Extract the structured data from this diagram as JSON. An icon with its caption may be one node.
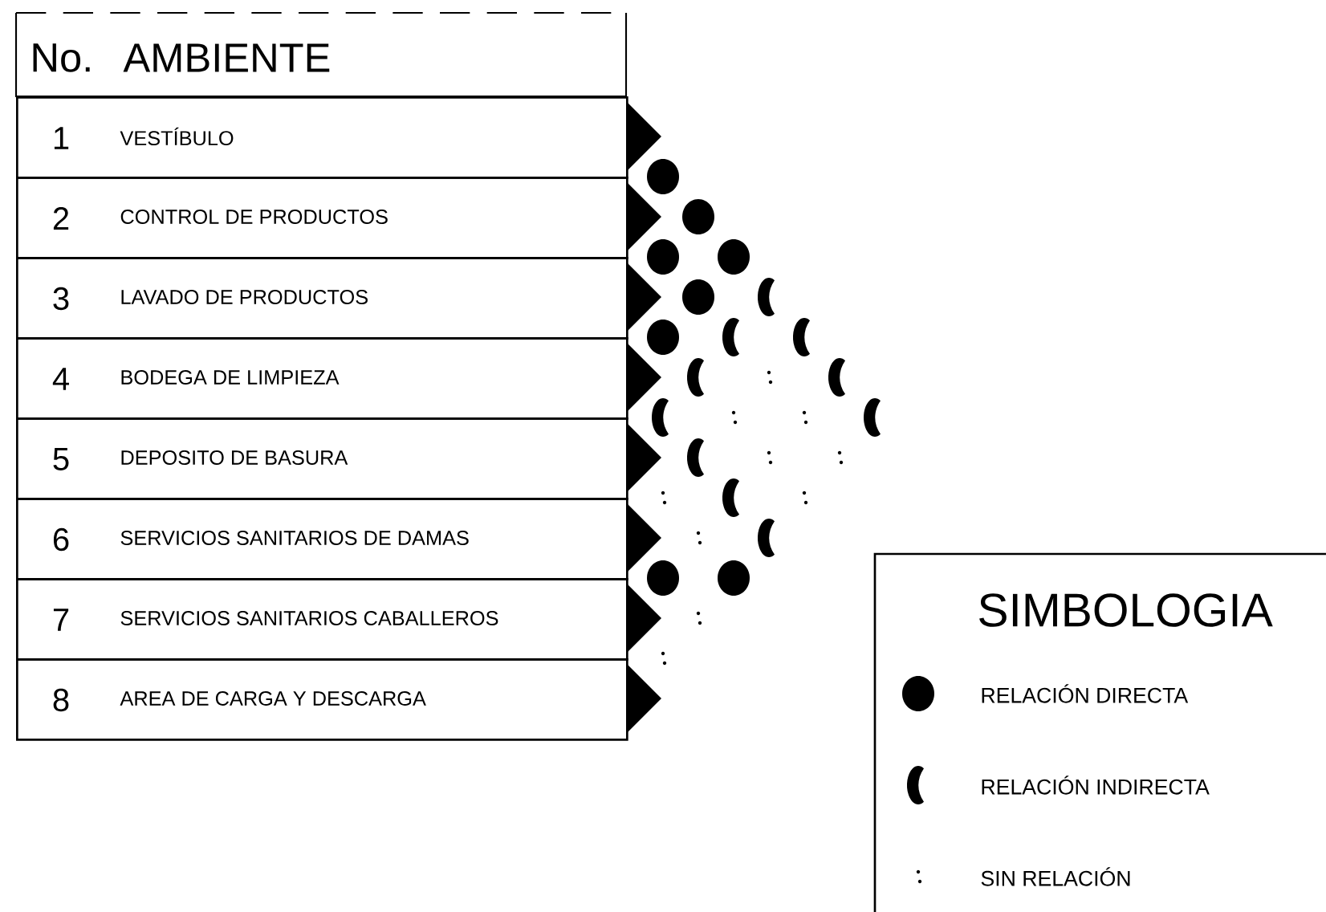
{
  "diagram": {
    "nodes": [
      {
        "text": [
          "No.",
          "AMBIENTE"
        ]
      },
      {
        "text": [
          "1",
          "VESTÍBULO"
        ]
      },
      {
        "text": [
          "2",
          "CONTROL DE PRODUCTOS"
        ]
      },
      {
        "text": [
          "3",
          "LAVADO DE PRODUCTOS"
        ]
      },
      {
        "text": [
          "4",
          "BODEGA DE LIMPIEZA"
        ]
      },
      {
        "text": [
          "5",
          "DEPOSITO DE BASURA"
        ]
      },
      {
        "text": [
          "6",
          "SERVICIOS SANITARIOS DE DAMAS"
        ]
      },
      {
        "text": [
          "7",
          "SERVICIOS SANITARIOS CABALLEROS"
        ]
      },
      {
        "text": [
          "8",
          "AREA DE CARGA Y DESCARGA"
        ]
      },
      {
        "text": [],
        "shape": "circle"
      },
      {
        "text": [],
        "shape": "circle"
      },
      {
        "text": [],
        "shape": "circle"
      },
      {
        "text": [],
        "shape": "circle"
      },
      {
        "text": [],
        "shape": "circle"
      },
      {
        "text": [],
        "shape": "crescent"
      },
      {
        "text": [],
        "shape": "circle"
      },
      {
        "text": [],
        "shape": "crescent"
      },
      {
        "text": [],
        "shape": "crescent"
      },
      {
        "text": [],
        "shape": "crescent"
      },
      {
        "text": [],
        "shape": "dot"
      },
      {
        "text": [],
        "shape": "crescent"
      },
      {
        "text": [],
        "shape": "crescent"
      },
      {
        "text": [],
        "shape": "dot"
      },
      {
        "text": [],
        "shape": "dot"
      },
      {
        "text": [],
        "shape": "crescent"
      },
      {
        "text": [],
        "shape": "crescent"
      },
      {
        "text": [],
        "shape": "dot"
      },
      {
        "text": [],
        "shape": "dot"
      },
      {
        "text": [],
        "shape": "dot"
      },
      {
        "text": [],
        "shape": "crescent"
      },
      {
        "text": [],
        "shape": "dot"
      },
      {
        "text": [],
        "shape": "dot"
      },
      {
        "text": [],
        "shape": "crescent"
      },
      {
        "text": [],
        "shape": "circle"
      },
      {
        "text": [],
        "shape": "circle"
      },
      {
        "text": [],
        "shape": "dot"
      },
      {
        "text": [],
        "shape": "dot"
      }
    ],
    "labels": [
      "SIMBOLOGIA"
    ],
    "legend": [
      {
        "text": "RELACIÓN DIRECTA"
      },
      {
        "text": "RELACIÓN INDIRECTA"
      },
      {
        "text": "SIN RELACIÓN"
      }
    ]
  }
}
